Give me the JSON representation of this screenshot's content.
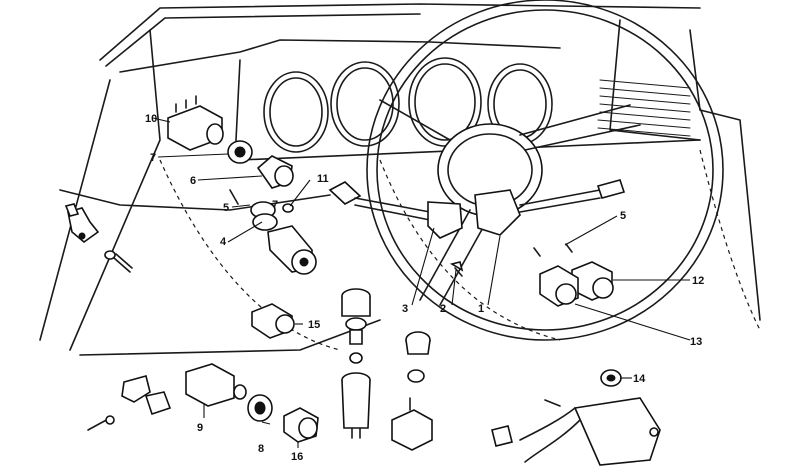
{
  "diagram": {
    "callouts": [
      {
        "id": "c1",
        "label": "1"
      },
      {
        "id": "c2",
        "label": "2"
      },
      {
        "id": "c3",
        "label": "3"
      },
      {
        "id": "c4",
        "label": "4"
      },
      {
        "id": "c5a",
        "label": "5"
      },
      {
        "id": "c5b",
        "label": "5"
      },
      {
        "id": "c6",
        "label": "6"
      },
      {
        "id": "c7a",
        "label": "7"
      },
      {
        "id": "c7b",
        "label": "7"
      },
      {
        "id": "c8",
        "label": "8"
      },
      {
        "id": "c9",
        "label": "9"
      },
      {
        "id": "c10",
        "label": "10"
      },
      {
        "id": "c11",
        "label": "11"
      },
      {
        "id": "c12",
        "label": "12"
      },
      {
        "id": "c13",
        "label": "13"
      },
      {
        "id": "c14",
        "label": "14"
      },
      {
        "id": "c15",
        "label": "15"
      },
      {
        "id": "c16",
        "label": "16"
      }
    ]
  },
  "colors": {
    "ink": "#111111",
    "paper": "#ffffff"
  }
}
